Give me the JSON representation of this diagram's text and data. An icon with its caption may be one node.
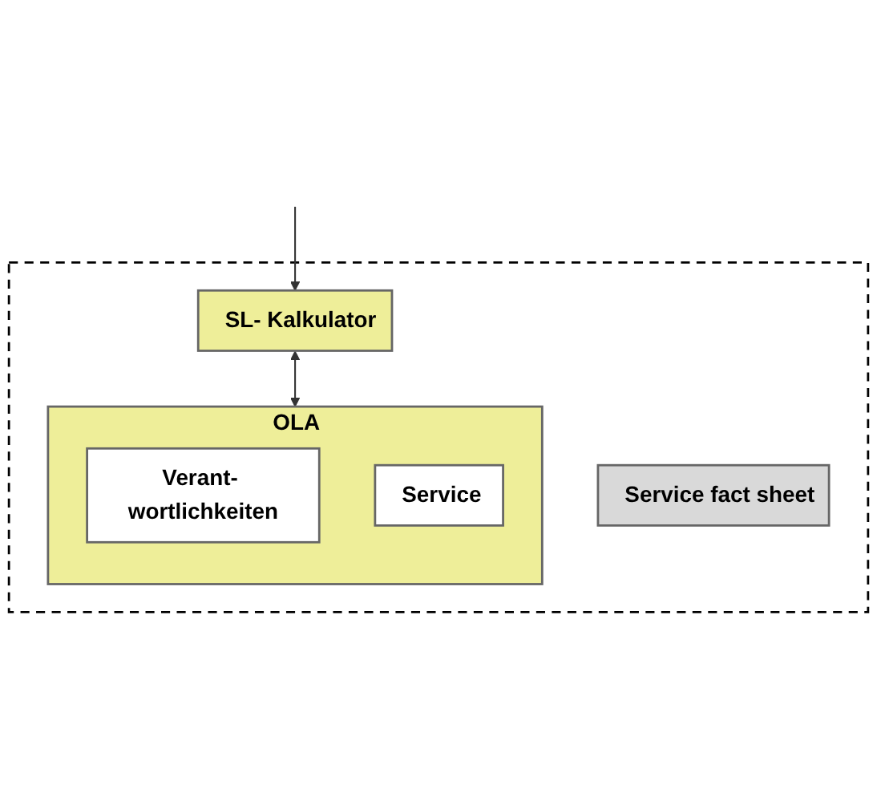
{
  "diagram": {
    "nodes": [
      {
        "text": [],
        "shape": "box"
      },
      {
        "text": [
          "SL- Kalkulator"
        ],
        "in": 0
      },
      {
        "text": [
          "OLA"
        ],
        "in": 0
      },
      {
        "text": [
          "Verant- wortlichkeiten"
        ],
        "in": 2
      },
      {
        "text": [
          "Service"
        ],
        "in": 2
      },
      {
        "text": [
          "Service fact sheet"
        ],
        "in": 0
      }
    ],
    "edges": [
      {
        "from": null,
        "to": 1,
        "arrow": "to"
      },
      {
        "from": 1,
        "to": 2,
        "arrow": "both"
      }
    ]
  }
}
